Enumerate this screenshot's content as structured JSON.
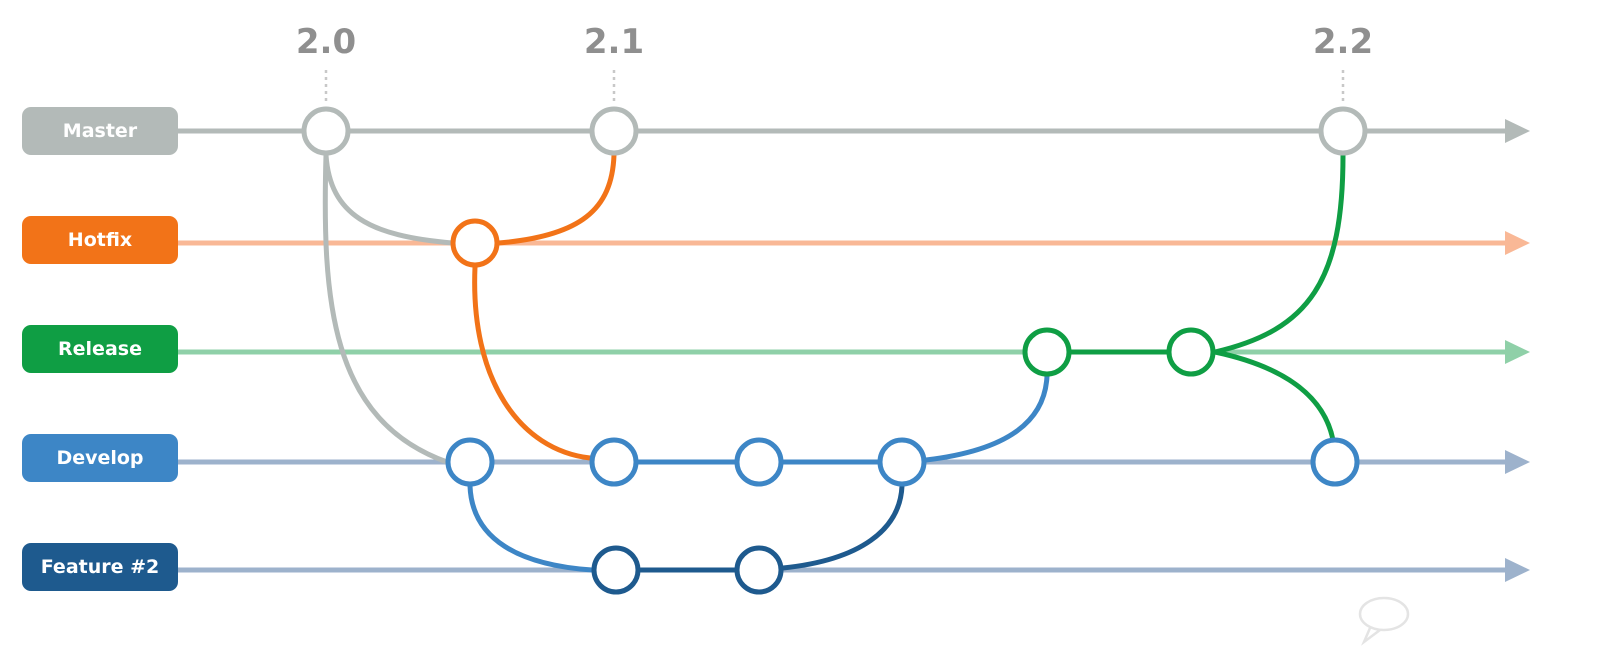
{
  "colors": {
    "master": "#b3bab8",
    "hotfix": "#f27318",
    "hotfix_lane": "#f9b896",
    "release": "#0f9e44",
    "release_lane": "#88ccA4",
    "develop": "#3d86c6",
    "develop_lane": "#9db2cc",
    "feature": "#1e5a8e",
    "feature_lane": "#9db2cc",
    "version_text": "#8f8f8f",
    "connector": "#c8c8c8"
  },
  "branches": [
    {
      "key": "master",
      "label": "Master"
    },
    {
      "key": "hotfix",
      "label": "Hotfix"
    },
    {
      "key": "release",
      "label": "Release"
    },
    {
      "key": "develop",
      "label": "Develop"
    },
    {
      "key": "feature",
      "label": "Feature #2"
    }
  ],
  "versions": [
    {
      "label": "2.0"
    },
    {
      "label": "2.1"
    },
    {
      "label": "2.2"
    }
  ],
  "watermark_icon": "speech-bubble-icon"
}
